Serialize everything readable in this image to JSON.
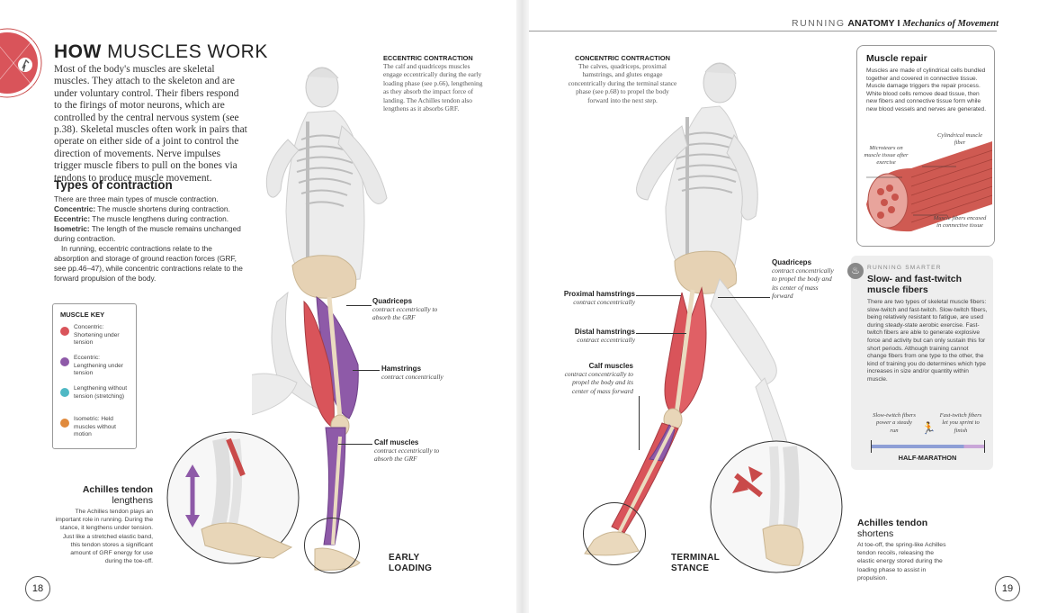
{
  "header": {
    "running": "RUNNING",
    "anatomy": "ANATOMY",
    "separator": "I",
    "section": "Mechanics of Movement"
  },
  "left": {
    "title_bold": "HOW",
    "title_rest": "MUSCLES WORK",
    "intro": "Most of the body's muscles are skeletal muscles. They attach to the skeleton and are under voluntary control. Their fibers respond to the firings of motor neurons, which are controlled by the central nervous system (see p.38). Skeletal muscles often work in pairs that operate on either side of a joint to control the direction of movements. Nerve impulses trigger muscle fibers to pull on the bones via tendons to produce muscle movement.",
    "types_heading": "Types of contraction",
    "types_intro": "There are three main types of muscle contraction.",
    "concentric_term": "Concentric:",
    "concentric_text": "The muscle shortens during contraction.",
    "eccentric_term": "Eccentric:",
    "eccentric_text": "The muscle lengthens during contraction.",
    "isometric_term": "Isometric:",
    "isometric_text": "The length of the muscle remains unchanged during contraction.",
    "running_para": "In running, eccentric contractions relate to the absorption and storage of ground reaction forces (GRF, see pp.46–47), while concentric contractions relate to the forward propulsion of the body.",
    "key": {
      "title": "MUSCLE KEY",
      "items": [
        {
          "label": "Concentric: Shortening under tension",
          "color": "#d9545a"
        },
        {
          "label": "Eccentric: Lengthening under tension",
          "color": "#8e5aa8"
        },
        {
          "label": "Lengthening without tension (stretching)",
          "color": "#4fb8c4"
        },
        {
          "label": "Isometric: Held muscles without motion",
          "color": "#e08a3c"
        }
      ]
    },
    "eccentric_box_title": "ECCENTRIC CONTRACTION",
    "eccentric_box_text": "The calf and quadriceps muscles engage eccentrically during the early loading phase (see p.66), lengthening as they absorb the impact force of landing. The Achilles tendon also lengthens as it absorbs GRF.",
    "quad_label": "Quadriceps",
    "quad_desc": "contract eccentrically to absorb the GRF",
    "ham_label": "Hamstrings",
    "ham_desc": "contract concentrically",
    "calf_label": "Calf muscles",
    "calf_desc": "contract eccentrically to absorb the GRF",
    "achilles_title": "Achilles tendon",
    "achilles_sub": "lengthens",
    "achilles_text": "The Achilles tendon plays an important role in running. During the stance, it lengthens under tension. Just like a stretched elastic band, this tendon stores a significant amount of GRF energy for use during the toe-off.",
    "stage_line1": "EARLY",
    "stage_line2": "LOADING",
    "page_number": "18"
  },
  "right": {
    "concentric_box_title": "CONCENTRIC CONTRACTION",
    "concentric_box_text": "The calves, quadriceps, proximal hamstrings, and glutes engage concentrically during the terminal stance phase (see p.68) to propel the body forward into the next step.",
    "quad_label": "Quadriceps",
    "quad_desc": "contract concentrically to propel the body and its center of mass forward",
    "prox_ham_label": "Proximal hamstrings",
    "prox_ham_desc": "contract concentrically",
    "distal_ham_label": "Distal hamstrings",
    "distal_ham_desc": "contract eccentrically",
    "calf_label": "Calf muscles",
    "calf_desc": "contract concentrically to propel the body and its center of mass forward",
    "stage_line1": "TERMINAL",
    "stage_line2": "STANCE",
    "achilles_title": "Achilles tendon",
    "achilles_sub": "shortens",
    "achilles_text": "At toe-off, the spring-like Achilles tendon recoils, releasing the elastic energy stored during the loading phase to assist in propulsion.",
    "page_number": "19",
    "repair": {
      "title": "Muscle repair",
      "text": "Muscles are made of cylindrical cells bundled together and covered in connective tissue. Muscle damage triggers the repair process. White blood cells remove dead tissue, then new fibers and connective tissue form while new blood vessels and nerves are generated.",
      "label_fiber": "Cylindrical muscle fiber",
      "label_tears": "Microtears on muscle tissue after exercise",
      "label_encased": "Muscle fibers encased in connective tissue"
    },
    "twitch": {
      "kicker": "RUNNING SMARTER",
      "title": "Slow- and fast-twitch muscle fibers",
      "text": "There are two types of skeletal muscle fibers: slow-twitch and fast-twitch. Slow-twitch fibers, being relatively resistant to fatigue, are used during steady-state aerobic exercise. Fast-twitch fibers are able to generate explosive force and activity but can only sustain this for short periods. Although training cannot change fibers from one type to the other, the kind of training you do determines which type increases in size and/or quantity within muscle.",
      "slow_label": "Slow-twitch fibers power a steady run",
      "fast_label": "Fast-twitch fibers let you sprint to finish",
      "bar_label": "HALF-MARATHON"
    }
  }
}
